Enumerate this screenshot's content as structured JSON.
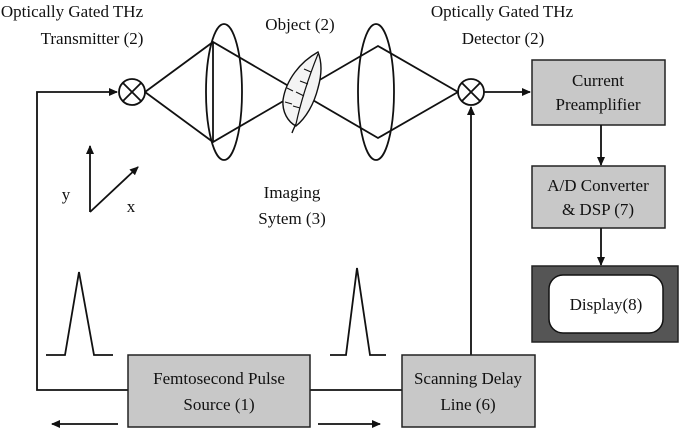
{
  "labels": {
    "transmitter_line1": "Optically Gated THz",
    "transmitter_line2": "Transmitter (2)",
    "object": "Object (2)",
    "detector_line1": "Optically Gated THz",
    "detector_line2": "Detector (2)",
    "imaging_line1": "Imaging",
    "imaging_line2": "Sytem (3)",
    "axis_y": "y",
    "axis_x": "x"
  },
  "boxes": {
    "preamp_line1": "Current",
    "preamp_line2": "Preamplifier",
    "adc_line1": "A/D Converter",
    "adc_line2": "& DSP (7)",
    "display": "Display(8)",
    "source_line1": "Femtosecond Pulse",
    "source_line2": "Source (1)",
    "delay_line1": "Scanning Delay",
    "delay_line2": "Line (6)"
  },
  "colors": {
    "box_fill": "#c8c8c8",
    "display_frame": "#555555",
    "line": "#111111"
  },
  "icons": [
    "mixer-transmitter-icon",
    "mixer-detector-icon",
    "leaf-object-icon",
    "pulse-icon"
  ]
}
